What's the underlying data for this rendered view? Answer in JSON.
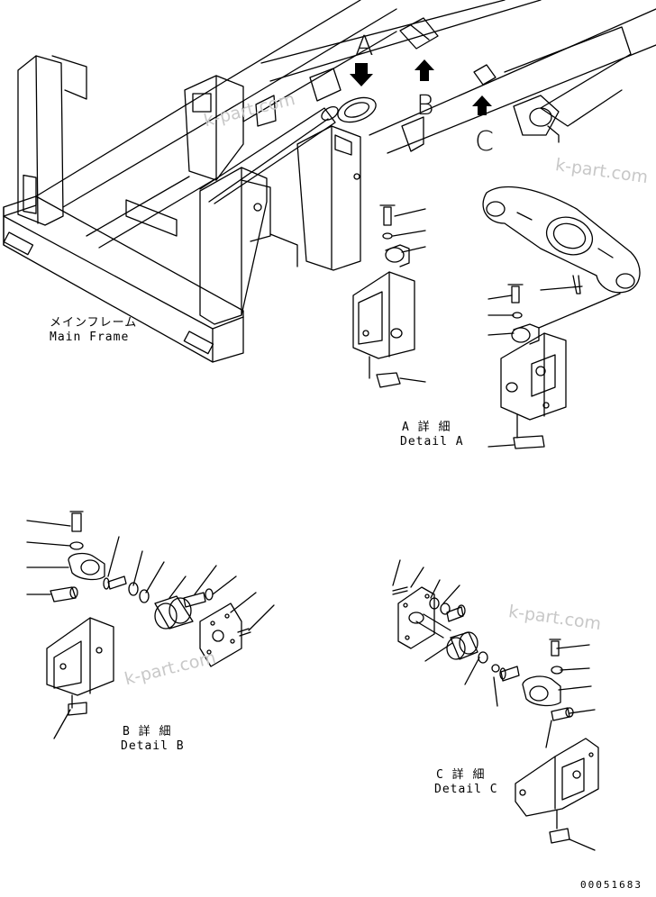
{
  "detail_markers": [
    "A",
    "B",
    "C"
  ],
  "main_frame": {
    "jp": "メインフレーム",
    "en": "Main Frame"
  },
  "detail_a": {
    "jp": "A 詳 細",
    "en": "Detail A"
  },
  "detail_b": {
    "jp": "B 詳 細",
    "en": "Detail B"
  },
  "detail_c": {
    "jp": "C 詳 細",
    "en": "Detail C"
  },
  "watermark": "k-part.com",
  "document_number": "00051683"
}
